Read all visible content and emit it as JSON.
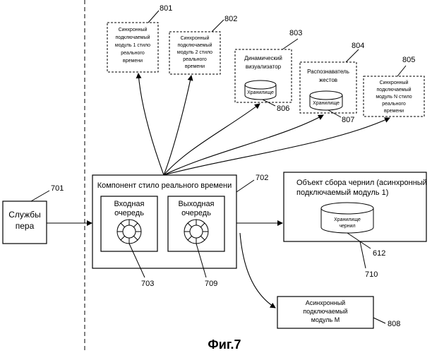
{
  "diagram": {
    "nodes": {
      "pen_services": {
        "lines": [
          "Службы",
          "пера"
        ],
        "ref": "701"
      },
      "rts_component": {
        "lines": [
          "Компонент стило реального времени"
        ],
        "ref": "702"
      },
      "input_queue": {
        "lines": [
          "Входная",
          "очередь"
        ],
        "ref": "703"
      },
      "output_queue": {
        "lines": [
          "Выходная",
          "очередь"
        ],
        "ref": "709"
      },
      "ink_collector": {
        "lines": [
          "Объект сбора чернил (асинхронный",
          "подключаемый модуль 1)"
        ],
        "ref": "710"
      },
      "ink_storage": {
        "lines": [
          "Хранилище",
          "чернил"
        ],
        "ref": "612"
      },
      "async_plugin_m": {
        "lines": [
          "Асинхронный",
          "подключаемый",
          "модуль M"
        ],
        "ref": "808"
      },
      "sync_plugin_1": {
        "lines": [
          "Синхронный",
          "подключаемый",
          "модуль 1 стило",
          "реального",
          "времени"
        ],
        "ref": "801"
      },
      "sync_plugin_2": {
        "lines": [
          "Синхронный",
          "подключаемый",
          "модуль 2 стило",
          "реального",
          "времени"
        ],
        "ref": "802"
      },
      "dyn_renderer": {
        "lines": [
          "Динамический",
          "визуализатор"
        ],
        "ref": "803",
        "storage": "Хранилище",
        "storage_ref": "806"
      },
      "gesture_recognizer": {
        "lines": [
          "Распознаватель",
          "жестов"
        ],
        "ref": "804",
        "storage": "Хранилище",
        "storage_ref": "807"
      },
      "sync_plugin_n": {
        "lines": [
          "Синхронный",
          "подключаемый",
          "модуль N стило",
          "реального",
          "времени"
        ],
        "ref": "805"
      }
    },
    "caption": "Фиг.7"
  }
}
